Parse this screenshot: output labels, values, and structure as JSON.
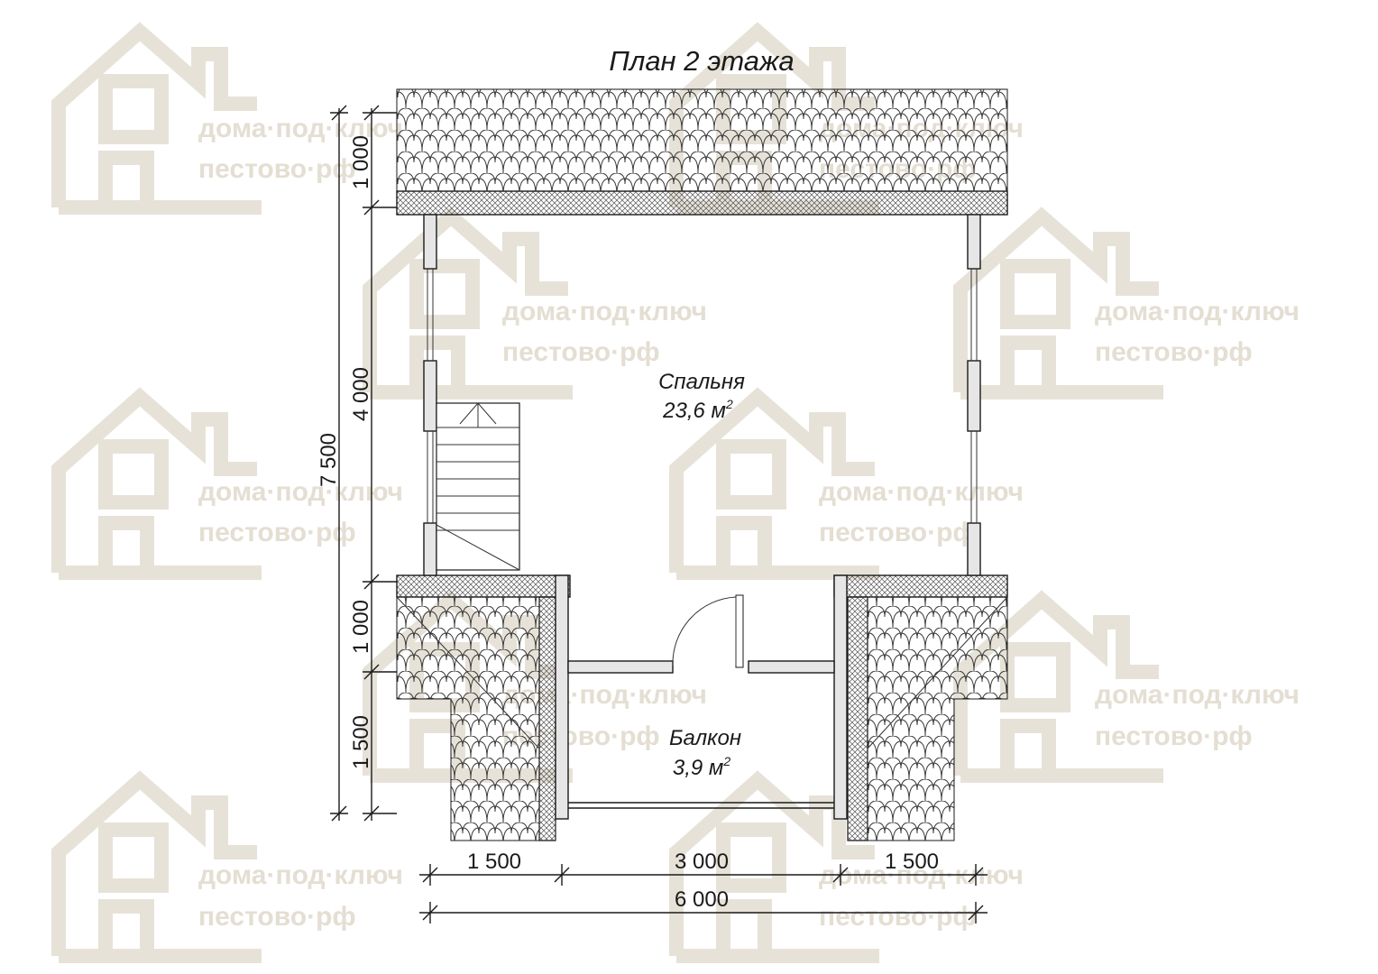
{
  "title": "План 2 этажа",
  "watermark": {
    "line1": "дома·под·ключ",
    "line2": "пестово·рф"
  },
  "rooms": [
    {
      "name": "Спальня",
      "area": "23,6 м",
      "unit_sup": "2"
    },
    {
      "name": "Балкон",
      "area": "3,9 м",
      "unit_sup": "2"
    }
  ],
  "dimensions": {
    "left_total": "7 500",
    "left_segments": [
      "1 000",
      "4 000",
      "1 000",
      "1 500"
    ],
    "bottom_segments": [
      "1 500",
      "3 000",
      "1 500"
    ],
    "bottom_total": "6 000"
  },
  "colors": {
    "watermark": "#e7e2d8",
    "ink": "#1a1a1a",
    "wall_fill": "#e6e6e6"
  }
}
